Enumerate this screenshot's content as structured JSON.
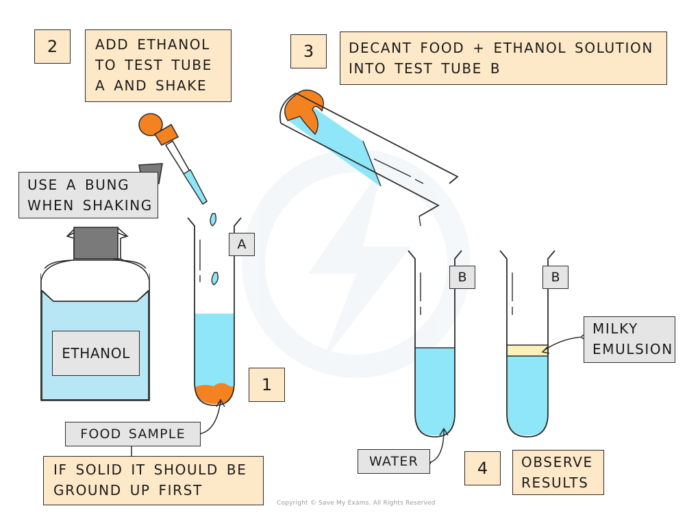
{
  "steps": {
    "step1": {
      "number": "1"
    },
    "step2": {
      "number": "2",
      "lines": [
        "ADD ETHANOL",
        "TO TEST TUBE",
        "A AND SHAKE"
      ]
    },
    "step3": {
      "number": "3",
      "lines": [
        "DECANT FOOD + ETHANOL SOLUTION",
        "INTO TEST TUBE B"
      ]
    },
    "step4": {
      "number": "4",
      "lines": [
        "OBSERVE",
        "RESULTS"
      ]
    }
  },
  "labels": {
    "bung_note": [
      "USE A BUNG",
      "WHEN SHAKING"
    ],
    "bottle": "ETHANOL",
    "tube_a": "A",
    "tube_b_left": "B",
    "tube_b_right": "B",
    "milky_emulsion": [
      "MILKY",
      "EMULSION"
    ],
    "food_sample": "FOOD SAMPLE",
    "solid_note": [
      "IF SOLID IT SHOULD BE",
      "GROUND UP FIRST"
    ],
    "water": "WATER"
  },
  "colors": {
    "liquid": "#8fe6f8",
    "ethanol_bottle_liquid": "#b7e6f4",
    "food": "#f58220",
    "emulsion": "#fbf1b8",
    "note_fill": "#fde8c8",
    "tag_fill": "#e5e5e5"
  },
  "copyright": "Copyright © Save My Exams. All Rights Reserved"
}
